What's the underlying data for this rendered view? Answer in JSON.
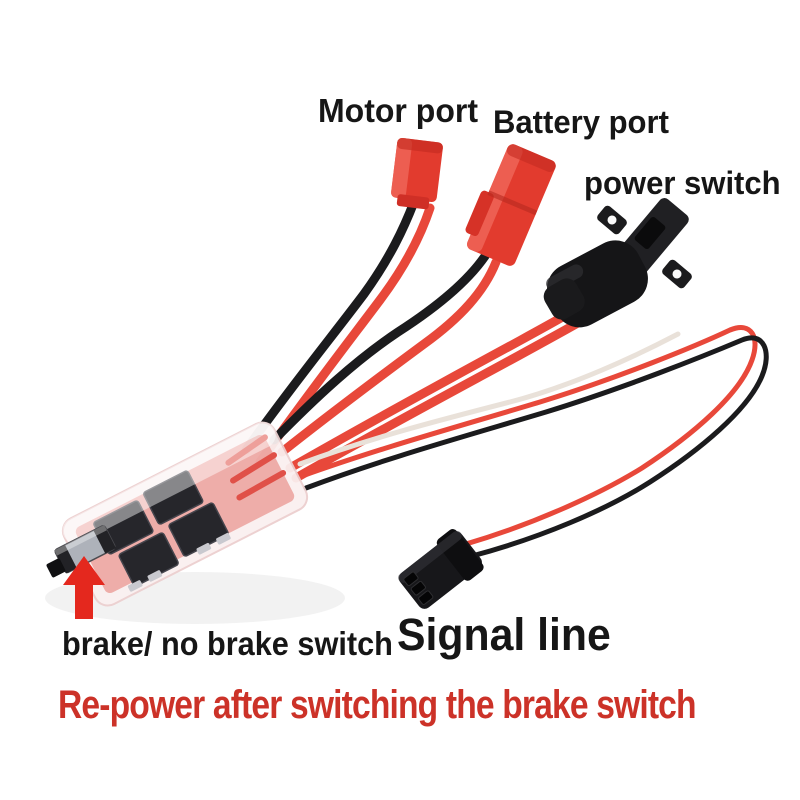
{
  "annotations": {
    "motor_port": "Motor port",
    "battery_port": "Battery port",
    "power_switch": "power switch",
    "brake_switch": "brake/ no brake switch",
    "signal_line": "Signal line",
    "warning": "Re-power after switching the brake switch"
  },
  "colors": {
    "background": "#ffffff",
    "label_text": "#161616",
    "warning_text": "#cc3228",
    "arrow_red": "#e4281e",
    "connector_red": "#e23b2e",
    "connector_red_light": "#f0685a",
    "wire_red": "#e8483a",
    "wire_black": "#1b1b1d",
    "wire_white": "#e9e1d9",
    "pcb_red": "#e05a52",
    "wrap_clear": "#faf0f0",
    "chip_dark": "#26262b",
    "switch_silver": "#aeb2ba"
  },
  "parts": {
    "esc_board": "ESC circuit board in clear shrink wrap",
    "mosfets": "four MOSFET chips",
    "brake_slide_switch": "brake / no-brake slide switch",
    "motor_connector": "red JST motor connector",
    "battery_connector": "red JST battery connector",
    "power_slide_switch": "inline power slide switch",
    "servo_connector": "black 3-pin servo signal connector",
    "signal_wire_loop": "looped signal wire",
    "up_arrow": "red arrow pointing at brake switch"
  }
}
